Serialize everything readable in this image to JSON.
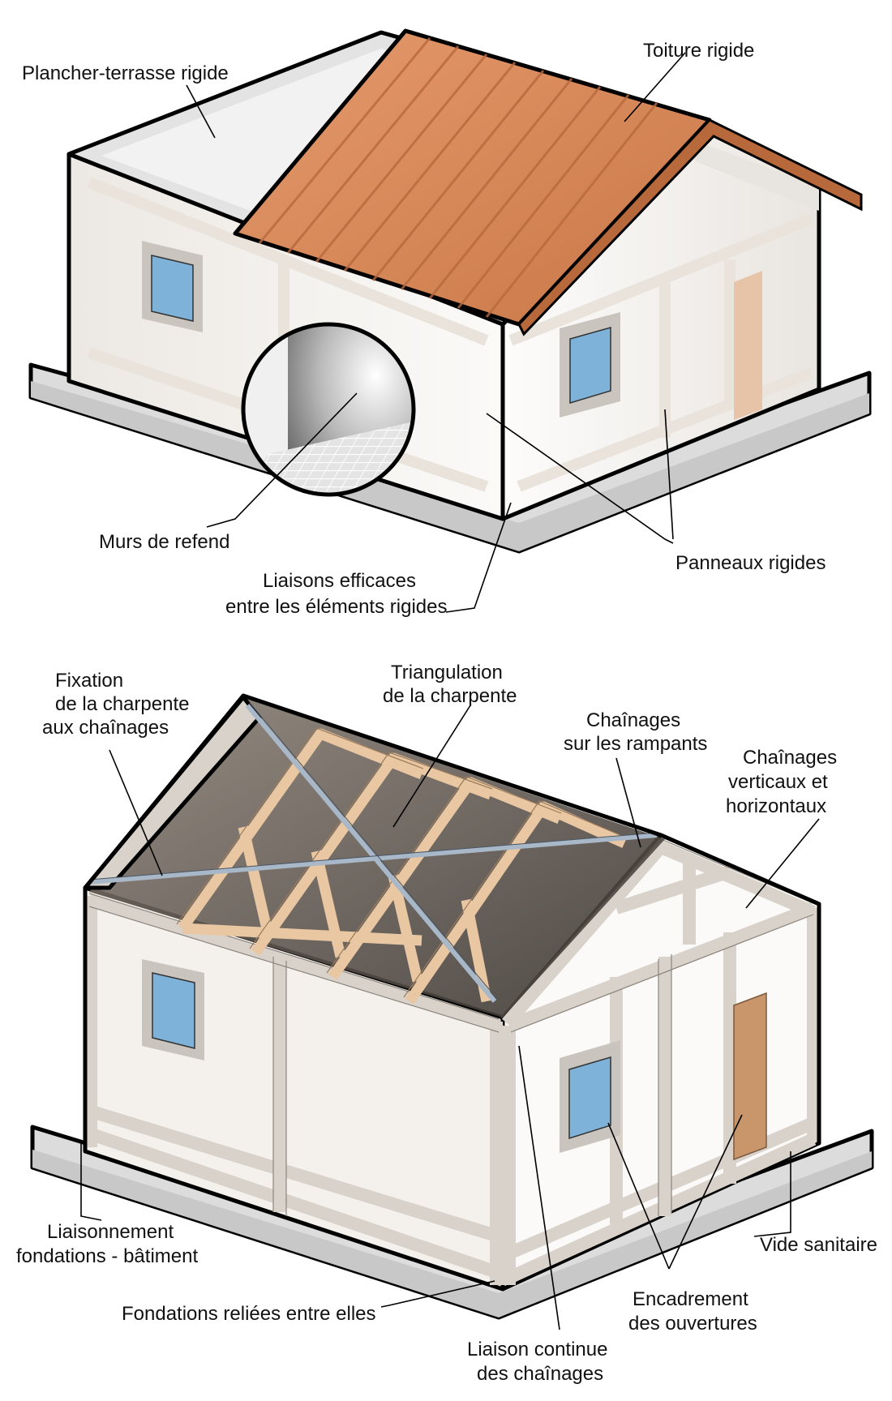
{
  "top_diagram": {
    "labels": {
      "plancher": "Plancher-terrasse rigide",
      "toiture": "Toiture rigide",
      "murs_line1": "Murs de refend",
      "liaisons_line1": "Liaisons efficaces",
      "liaisons_line2": "entre les éléments rigides",
      "panneaux": "Panneaux rigides"
    }
  },
  "bottom_diagram": {
    "labels": {
      "fixation_line1": "Fixation",
      "fixation_line2": "de la charpente",
      "fixation_line3": "aux chaînages",
      "triangulation_line1": "Triangulation",
      "triangulation_line2": "de la charpente",
      "rampants_line1": "Chaînages",
      "rampants_line2": "sur les rampants",
      "verticaux_line1": "Chaînages",
      "verticaux_line2": "verticaux et",
      "verticaux_line3": "horizontaux",
      "liaisonnement_line1": "Liaisonnement",
      "liaisonnement_line2": "fondations - bâtiment",
      "vide": "Vide sanitaire",
      "fondations": "Fondations reliées entre elles",
      "encadrement_line1": "Encadrement",
      "encadrement_line2": "des ouvertures",
      "continue_line1": "Liaison continue",
      "continue_line2": "des chaînages"
    }
  },
  "colors": {
    "roof": "#d98c5f",
    "wall": "#f6f3ef",
    "frame": "#d8d2cb",
    "timber": "#e8c7a2",
    "window": "#7fb2d9",
    "door": "#c9966b",
    "base": "#dcdcdc"
  }
}
